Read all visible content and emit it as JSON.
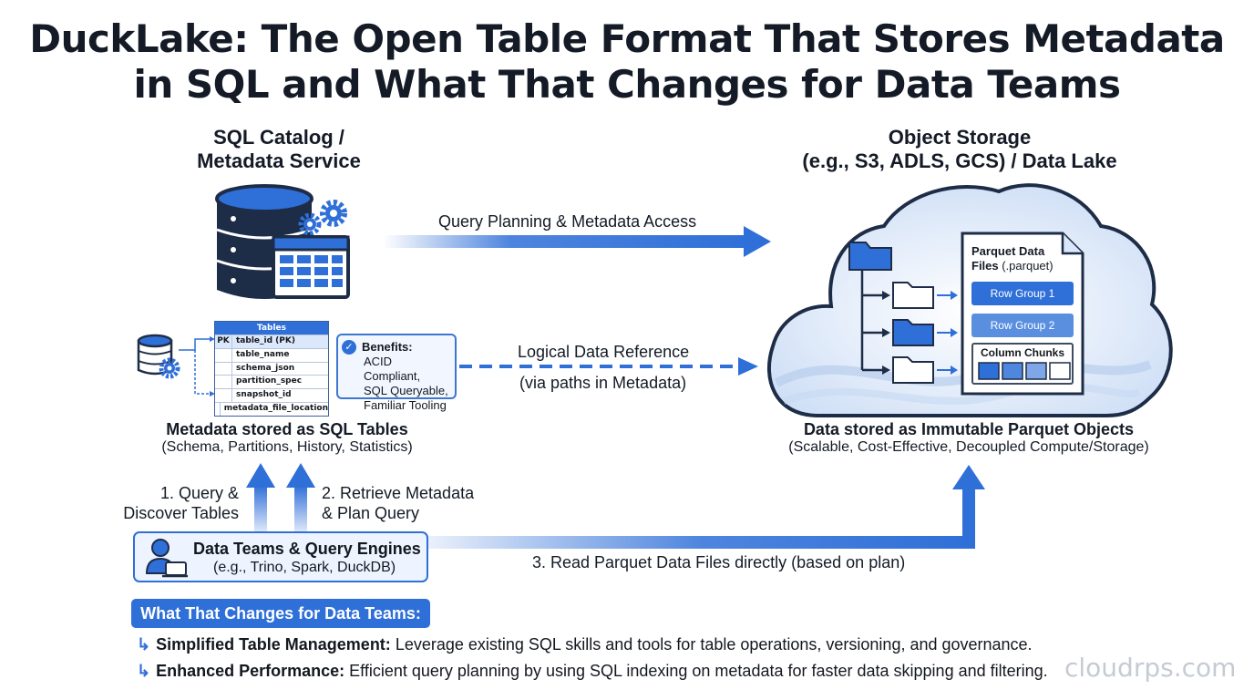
{
  "title_line1": "DuckLake: The Open Table Format That Stores Metadata",
  "title_line2": "in SQL and What That Changes for Data Teams",
  "catalog": {
    "heading_line1": "SQL Catalog /",
    "heading_line2": "Metadata Service",
    "table_header": "Tables",
    "rows": [
      {
        "pk": "PK",
        "name": "table_id (PK)"
      },
      {
        "pk": "",
        "name": "table_name"
      },
      {
        "pk": "",
        "name": "schema_json"
      },
      {
        "pk": "",
        "name": "partition_spec"
      },
      {
        "pk": "",
        "name": "snapshot_id"
      },
      {
        "pk": "",
        "name": "metadata_file_location"
      }
    ],
    "benefits_title": "Benefits:",
    "benefits": [
      "ACID Compliant,",
      "SQL Queryable,",
      "Familiar Tooling"
    ],
    "caption_bold": "Metadata stored as SQL Tables",
    "caption": "(Schema, Partitions, History, Statistics)"
  },
  "storage": {
    "heading_line1": "Object Storage",
    "heading_line2": "(e.g., S3, ADLS, GCS) / Data Lake",
    "parquet_title_bold": "Parquet Data",
    "parquet_title_line2_bold": "Files",
    "parquet_title_ext": " (.parquet)",
    "row_group_1": "Row Group 1",
    "row_group_2": "Row Group 2",
    "column_chunks": "Column Chunks",
    "caption_bold": "Data stored as Immutable Parquet Objects",
    "caption": "(Scalable, Cost-Effective, Decoupled Compute/Storage)"
  },
  "arrows": {
    "query_planning": "Query Planning & Metadata Access",
    "logical_ref_line1": "Logical Data Reference",
    "logical_ref_line2": "(via paths in Metadata)",
    "step1_line1": "1. Query &",
    "step1_line2": "Discover Tables",
    "step2_line1": "2. Retrieve Metadata",
    "step2_line2": "& Plan Query",
    "step3": "3. Read Parquet Data Files directly (based on plan)"
  },
  "teams": {
    "title": "Data Teams & Query Engines",
    "subtitle": "(e.g., Trino, Spark, DuckDB)"
  },
  "changes": {
    "badge": "What That Changes for Data Teams:",
    "items": [
      {
        "bold": "Simplified Table Management:",
        "text": " Leverage existing SQL skills and tools for table operations, versioning, and governance."
      },
      {
        "bold": "Enhanced Performance:",
        "text": " Efficient query planning by using SQL indexing on metadata for faster data skipping and filtering."
      }
    ]
  },
  "watermark": "cloudrps.com",
  "colors": {
    "accent": "#2f6fd8",
    "dark": "#1e2d47",
    "text": "#141b26"
  },
  "icons": [
    "database-icon",
    "gear-icon",
    "table-grid-icon",
    "folder-icon",
    "document-icon",
    "check-icon",
    "user-laptop-icon",
    "arrow-right-icon",
    "arrow-up-icon"
  ]
}
